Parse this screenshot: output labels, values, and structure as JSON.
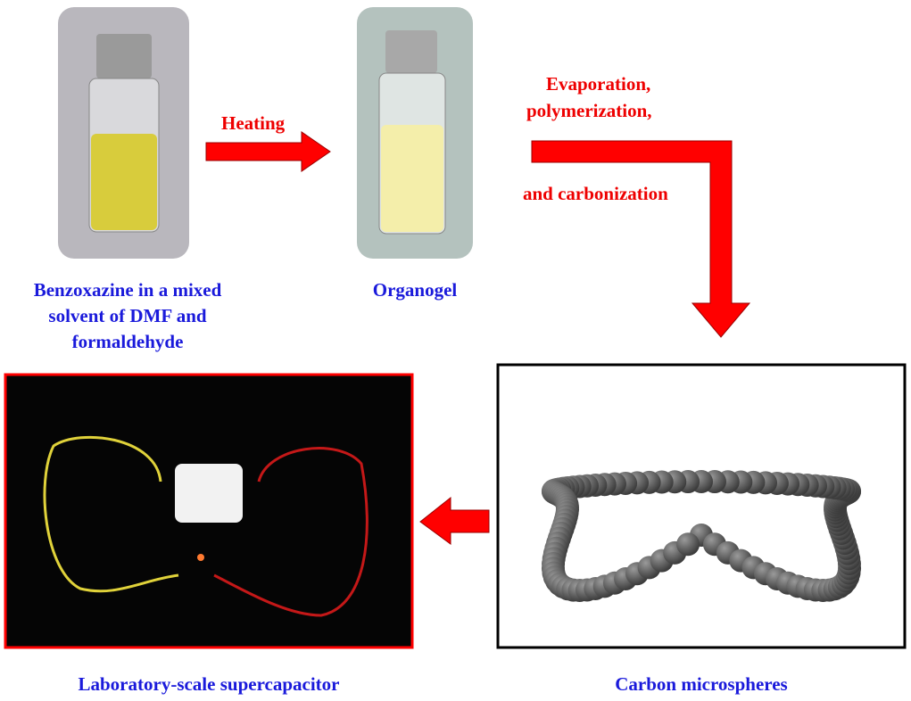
{
  "steps": {
    "precursor_label": [
      "Benzoxazine in a mixed",
      "solvent of DMF and",
      "formaldehyde"
    ],
    "organogel_label": "Organogel",
    "heating_label": "Heating",
    "process_label": [
      "Evaporation,",
      "polymerization,",
      "and carbonization"
    ],
    "microspheres_label": "Carbon microspheres",
    "supercapacitor_label": "Laboratory-scale supercapacitor"
  },
  "colors": {
    "arrow": "#ff0000",
    "label_blue": "#1a1adb",
    "label_red": "#e00000",
    "photo_border": "#ff0000"
  }
}
